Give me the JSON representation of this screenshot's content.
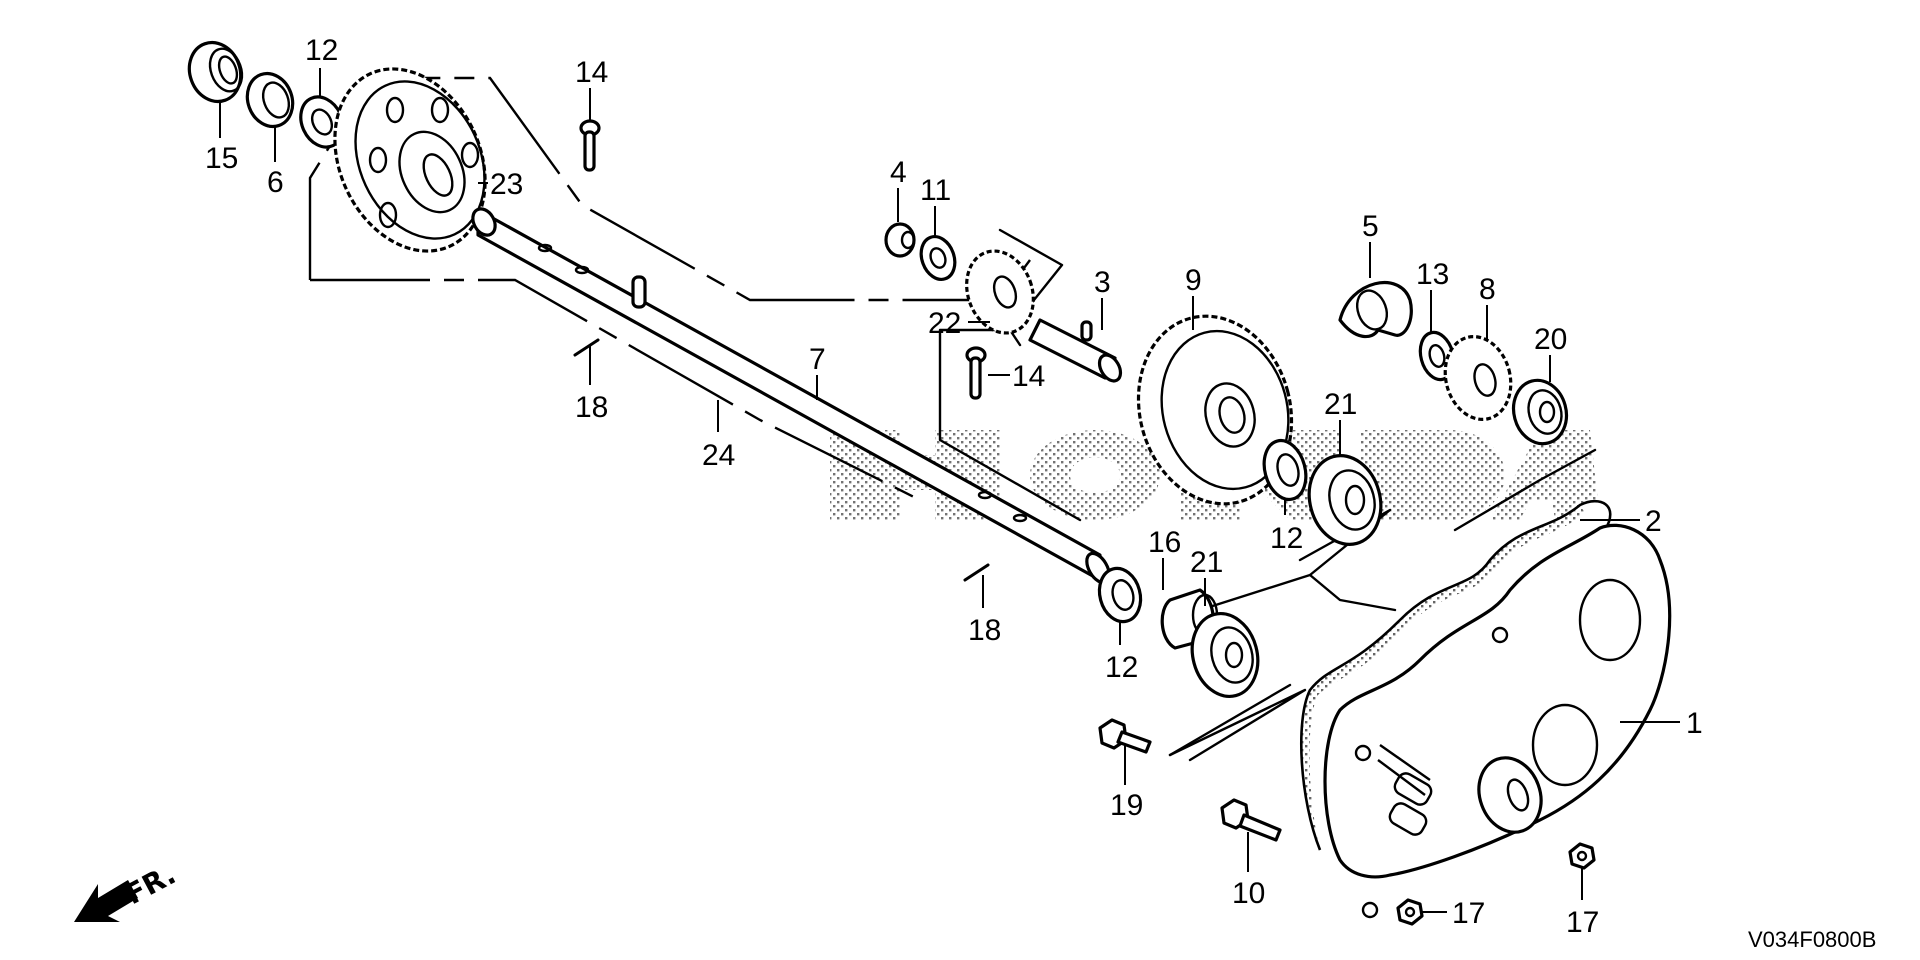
{
  "diagram": {
    "title": "Transmission parts exploded view",
    "reference_code": "V034F0800B",
    "direction_indicator": "FR.",
    "watermark": "HONDA",
    "callouts": [
      {
        "id": "c15",
        "label": "15",
        "part": "oil seal"
      },
      {
        "id": "c6",
        "label": "6",
        "part": "bushing"
      },
      {
        "id": "c12a",
        "label": "12",
        "part": "washer"
      },
      {
        "id": "c14a",
        "label": "14",
        "part": "pin"
      },
      {
        "id": "c23",
        "label": "23",
        "part": "large gear"
      },
      {
        "id": "c4",
        "label": "4",
        "part": "collar"
      },
      {
        "id": "c11",
        "label": "11",
        "part": "washer"
      },
      {
        "id": "c22",
        "label": "22",
        "part": "pinion gear"
      },
      {
        "id": "c3",
        "label": "3",
        "part": "shaft"
      },
      {
        "id": "c14b",
        "label": "14",
        "part": "pin"
      },
      {
        "id": "c9",
        "label": "9",
        "part": "gear"
      },
      {
        "id": "c5",
        "label": "5",
        "part": "seal cap"
      },
      {
        "id": "c13",
        "label": "13",
        "part": "washer"
      },
      {
        "id": "c8",
        "label": "8",
        "part": "gear"
      },
      {
        "id": "c20",
        "label": "20",
        "part": "bearing"
      },
      {
        "id": "c7",
        "label": "7",
        "part": "axle shaft"
      },
      {
        "id": "c18a",
        "label": "18",
        "part": "cotter pin"
      },
      {
        "id": "c24",
        "label": "24",
        "part": "shaft assembly"
      },
      {
        "id": "c21a",
        "label": "21",
        "part": "bearing"
      },
      {
        "id": "c12b",
        "label": "12",
        "part": "washer"
      },
      {
        "id": "c2",
        "label": "2",
        "part": "gasket"
      },
      {
        "id": "c16",
        "label": "16",
        "part": "collar"
      },
      {
        "id": "c21b",
        "label": "21",
        "part": "bearing"
      },
      {
        "id": "c18b",
        "label": "18",
        "part": "cotter pin"
      },
      {
        "id": "c12c",
        "label": "12",
        "part": "washer"
      },
      {
        "id": "c1",
        "label": "1",
        "part": "transmission cover"
      },
      {
        "id": "c19",
        "label": "19",
        "part": "flange bolt"
      },
      {
        "id": "c10",
        "label": "10",
        "part": "stud bolt"
      },
      {
        "id": "c17a",
        "label": "17",
        "part": "nut"
      },
      {
        "id": "c17b",
        "label": "17",
        "part": "nut"
      }
    ]
  },
  "colors": {
    "ink": "#000000",
    "background": "#ffffff"
  }
}
